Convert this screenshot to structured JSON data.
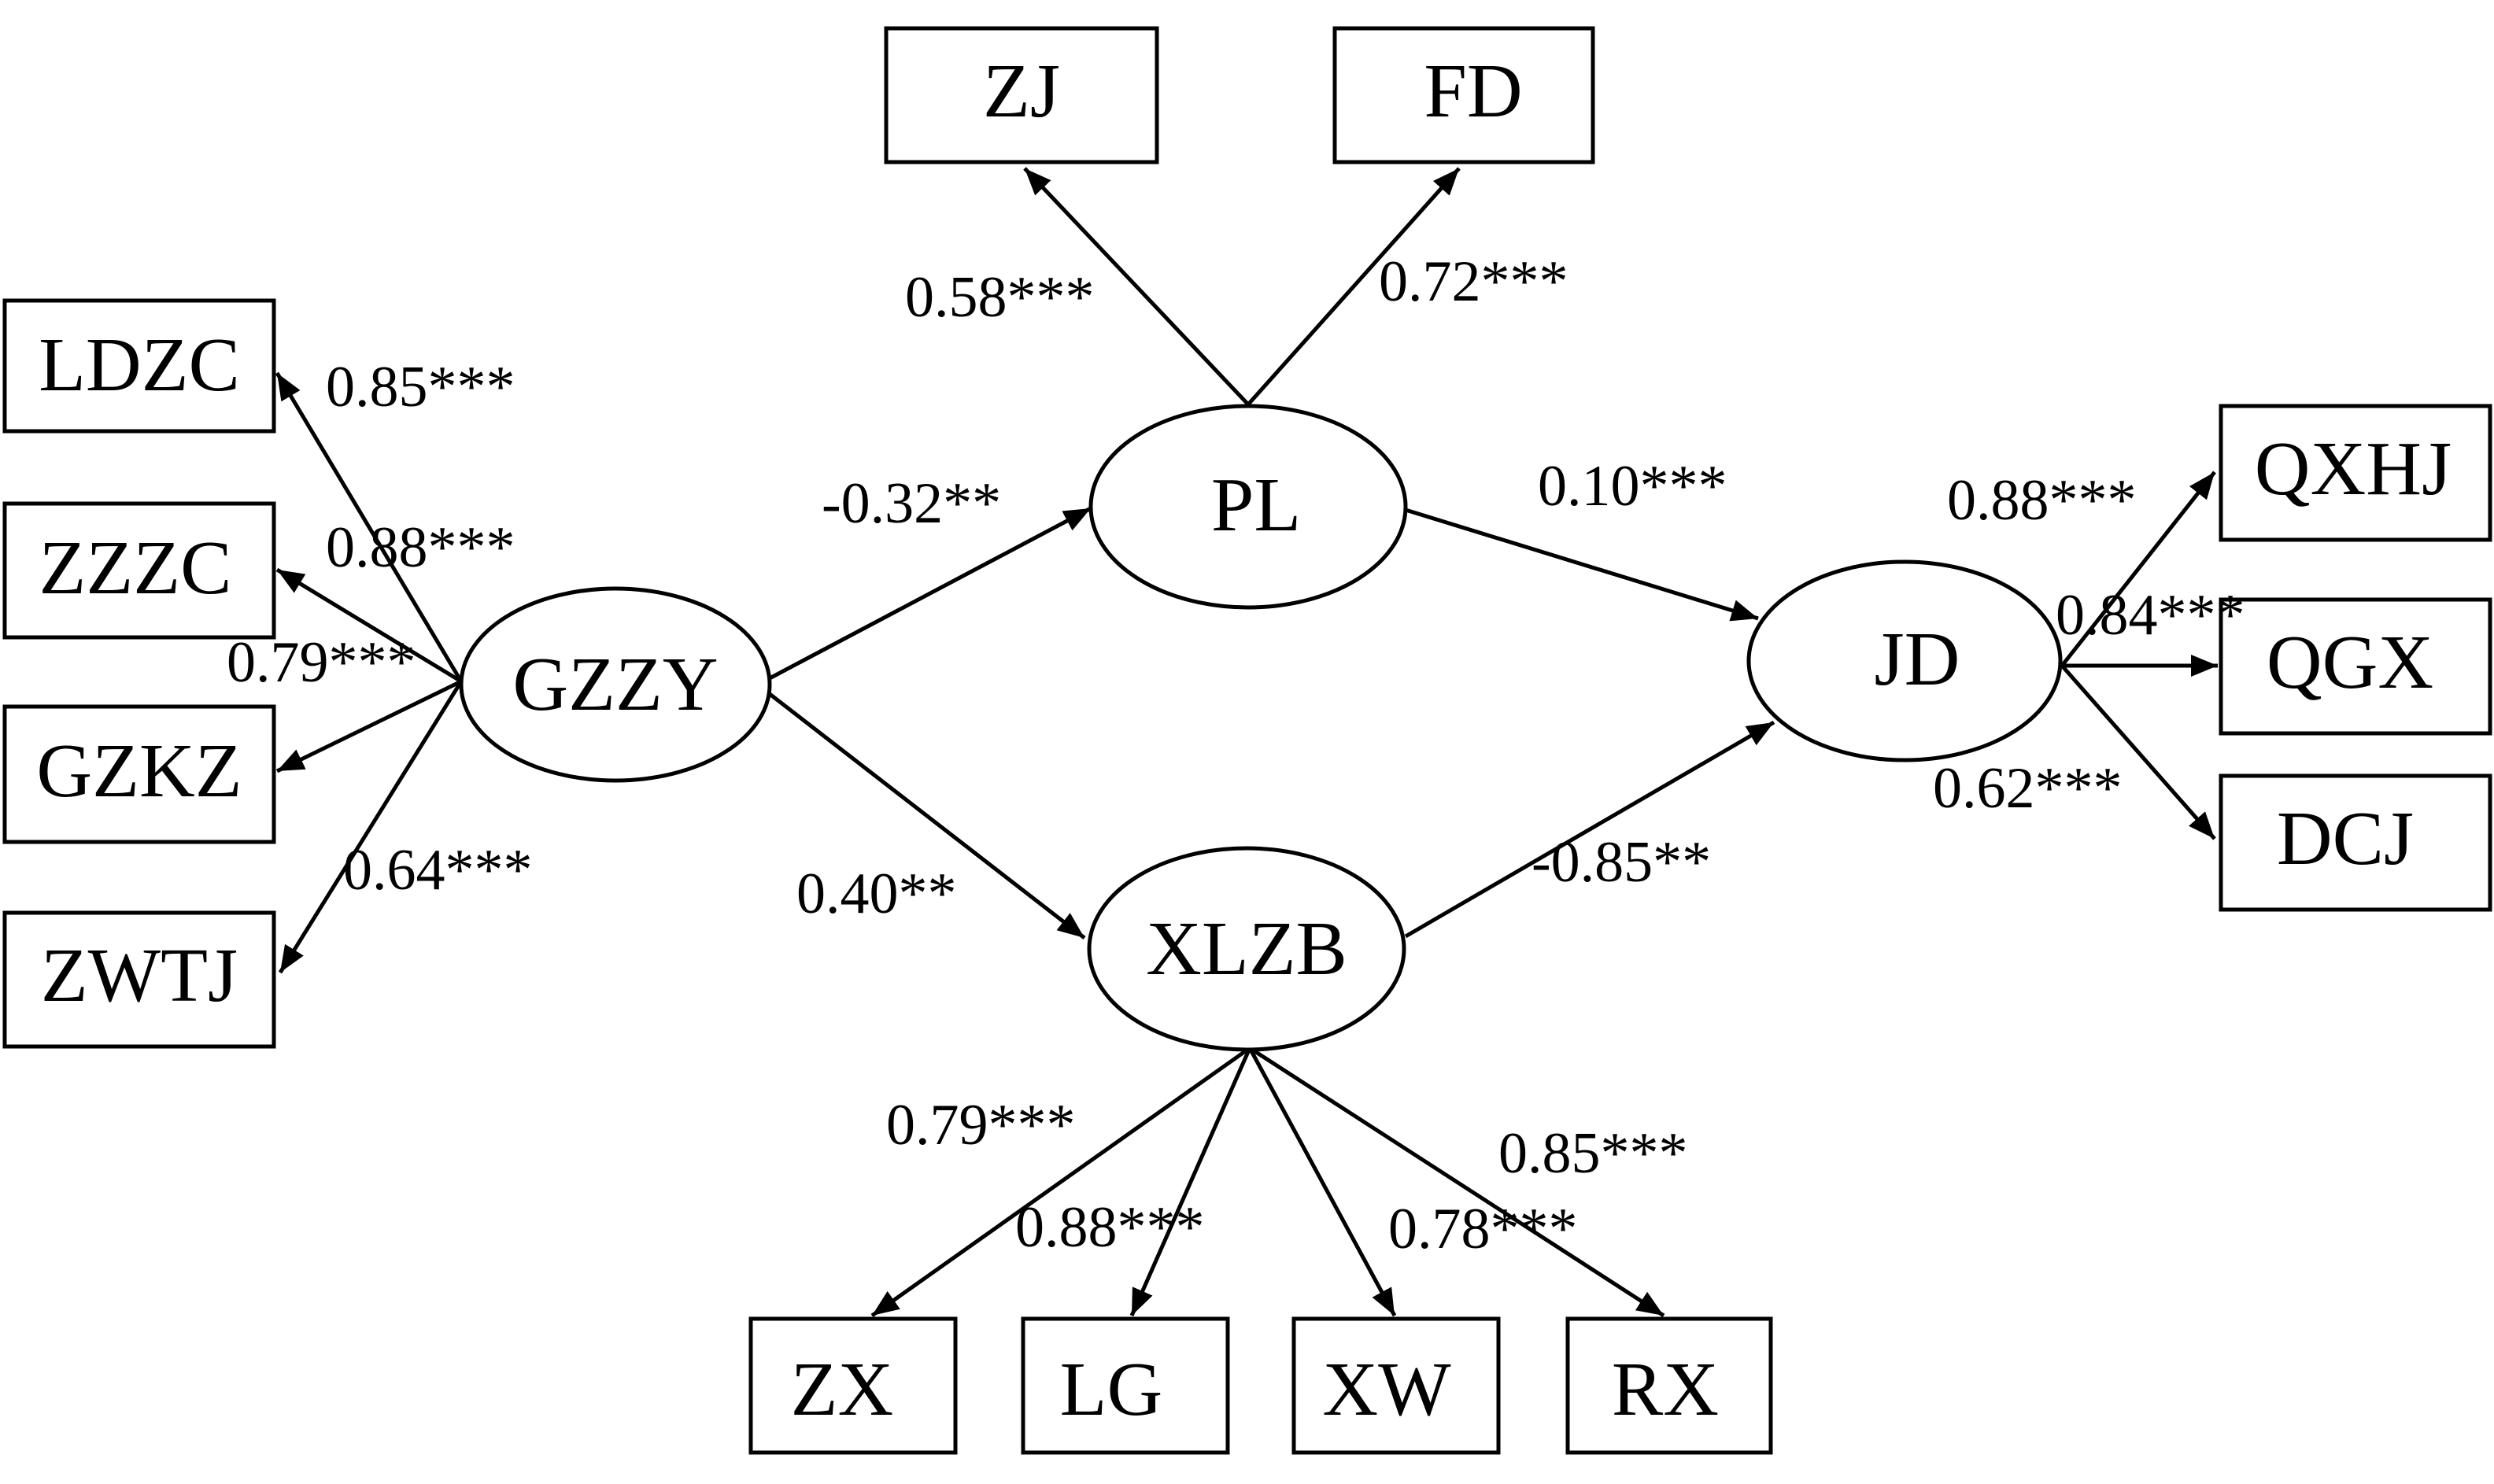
{
  "diagram": {
    "latent_variables": {
      "gzzy": "GZZY",
      "pl": "PL",
      "xlzb": "XLZB",
      "jd": "JD"
    },
    "indicators": {
      "zj": "ZJ",
      "fd": "FD",
      "ldzc": "LDZC",
      "zzzc": "ZZZC",
      "gzkz": "GZKZ",
      "zwtj": "ZWTJ",
      "qxhj": "QXHJ",
      "qgx": "QGX",
      "dcj": "DCJ",
      "zx": "ZX",
      "lg": "LG",
      "xw": "XW",
      "rx": "RX"
    },
    "paths": {
      "gzzy_pl": "-0.32**",
      "gzzy_xlzb": "0.40**",
      "pl_jd": "0.10***",
      "xlzb_jd": "-0.85**",
      "pl_zj": "0.58***",
      "pl_fd": "0.72***",
      "gzzy_ldzc": "0.85***",
      "gzzy_zzzc": "0.88***",
      "gzzy_gzkz": "0.79***",
      "gzzy_zwtj": "0.64***",
      "jd_qxhj": "0.88***",
      "jd_qgx": "0.84***",
      "jd_dcj": "0.62***",
      "xlzb_zx": "0.79***",
      "xlzb_lg": "0.88***",
      "xlzb_xw": "0.78***",
      "xlzb_rx": "0.85***"
    }
  }
}
